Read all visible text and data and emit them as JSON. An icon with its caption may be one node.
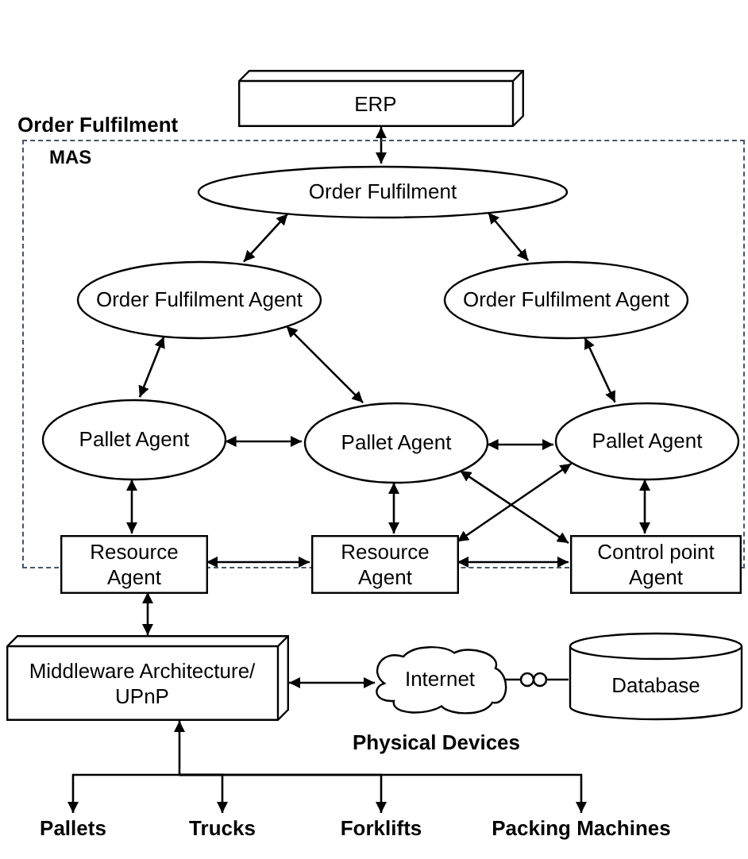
{
  "diagram": {
    "nodes": [
      {
        "text": [
          "ERP"
        ]
      },
      {
        "text": [
          "Order Fulfilment",
          "MAS"
        ]
      },
      {
        "text": [
          "Order Fulfilment"
        ],
        "in": 1
      },
      {
        "text": [
          "Order Fulfilment Agent"
        ],
        "in": 1
      },
      {
        "text": [
          "Order Fulfilment Agent"
        ],
        "in": 1
      },
      {
        "text": [
          "Pallet Agent"
        ],
        "in": 1
      },
      {
        "text": [
          "Pallet Agent"
        ],
        "in": 1
      },
      {
        "text": [
          "Pallet Agent"
        ],
        "in": 1
      },
      {
        "text": [
          "Resource Agent"
        ],
        "in": 1
      },
      {
        "text": [
          "Resource Agent"
        ],
        "in": 1
      },
      {
        "text": [
          "Control point Agent"
        ],
        "in": 1
      },
      {
        "text": [
          "Middleware Architecture/ UPnP"
        ]
      },
      {
        "text": [
          "Internet"
        ]
      },
      {
        "text": [
          "Database"
        ]
      },
      {
        "text": [
          "Pallets"
        ]
      },
      {
        "text": [
          "Trucks"
        ]
      },
      {
        "text": [
          "Forklifts"
        ]
      },
      {
        "text": [
          "Packing Machines"
        ]
      }
    ],
    "edges": [
      {
        "from": 0,
        "to": 2,
        "arrow": "both"
      },
      {
        "from": 2,
        "to": 3,
        "arrow": "both"
      },
      {
        "from": 2,
        "to": 4,
        "arrow": "both"
      },
      {
        "from": 3,
        "to": 5,
        "arrow": "both"
      },
      {
        "from": 3,
        "to": 6,
        "arrow": "both"
      },
      {
        "from": 4,
        "to": 7,
        "arrow": "both"
      },
      {
        "from": 5,
        "to": 6,
        "arrow": "both"
      },
      {
        "from": 6,
        "to": 7,
        "arrow": "both"
      },
      {
        "from": 5,
        "to": 8,
        "arrow": "both"
      },
      {
        "from": 6,
        "to": 9,
        "arrow": "both"
      },
      {
        "from": 7,
        "to": 10,
        "arrow": "both"
      },
      {
        "from": 6,
        "to": 10,
        "arrow": "both"
      },
      {
        "from": 9,
        "to": 7,
        "arrow": "both"
      },
      {
        "from": 8,
        "to": 9,
        "arrow": "both"
      },
      {
        "from": 9,
        "to": 10,
        "arrow": "both"
      },
      {
        "from": 8,
        "to": 11,
        "arrow": "both"
      },
      {
        "from": 11,
        "to": 12,
        "arrow": "both"
      },
      {
        "from": 12,
        "to": 13,
        "arrow": "none"
      },
      {
        "from": 11,
        "to": 14,
        "arrow": "both"
      },
      {
        "from": 11,
        "to": 15,
        "arrow": "both"
      },
      {
        "from": 11,
        "to": 16,
        "arrow": "both"
      },
      {
        "from": 11,
        "to": 17,
        "arrow": "both"
      }
    ],
    "labels": [
      "Physical Devices"
    ]
  }
}
